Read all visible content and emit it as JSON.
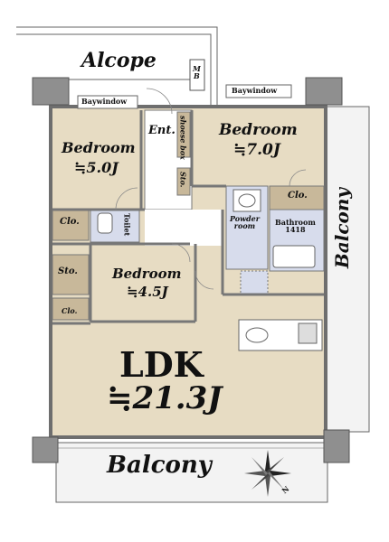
{
  "colors": {
    "room_fill": "#e7dcc3",
    "storage_fill": "#c8b89a",
    "wet_fill": "#d7dcec",
    "balcony_fill": "#f3f3f3",
    "wall": "#6e6e6e",
    "line": "#555555"
  },
  "labels": {
    "alcove": "Alcope",
    "mb": "M\nB",
    "baywindow_left": "Baywindow",
    "baywindow_right": "Baywindow",
    "entrance": "Ent.",
    "shoes_box": "shoese box",
    "storage_small": "Sto.",
    "bedroom_left_name": "Bedroom",
    "bedroom_left_size": "≒5.0J",
    "bedroom_right_name": "Bedroom",
    "bedroom_right_size": "≒7.0J",
    "closet_left": "Clo.",
    "toilet": "Toilet",
    "powder_room": "Powder\nroom",
    "bathroom": "Bathroom\n1418",
    "closet_right": "Clo.",
    "storage_left": "Sto.",
    "closet_lower": "Clo.",
    "bedroom_mid_name": "Bedroom",
    "bedroom_mid_size": "≒4.5J",
    "ldk_name": "LDK",
    "ldk_size": "≒21.3J",
    "balcony_right": "Balcony",
    "balcony_bottom": "Balcony",
    "compass_north": "N"
  }
}
